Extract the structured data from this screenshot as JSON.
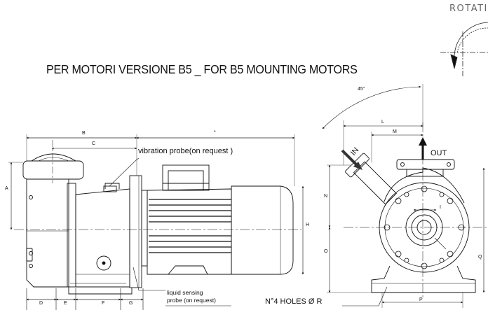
{
  "title": "PER MOTORI VERSIONE B5 _ FOR B5 MOUNTING MOTORS",
  "rotation_label": "ROTATIO",
  "callouts": {
    "vibration": "vibration probe(on request )",
    "liquid_1": "liquid sensing",
    "liquid_2": "probe (on request)",
    "holes": "N°4 HOLES Ø R"
  },
  "flow": {
    "in": "IN",
    "out": "OUT"
  },
  "angle": "45°",
  "dims": {
    "A": "A",
    "B": "B",
    "C": "C",
    "star": "*",
    "D": "D",
    "E": "E",
    "F": "F",
    "G": "G",
    "H": "H",
    "L": "L",
    "M": "M",
    "N": "N",
    "O": "O",
    "P": "P",
    "Q": "Q",
    "I": "I"
  },
  "colors": {
    "line": "#111111",
    "arrow_fill": "#111111",
    "arrow_in": "#333333"
  }
}
